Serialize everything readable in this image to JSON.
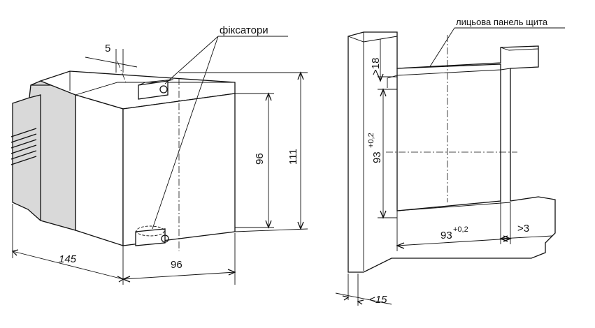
{
  "labels": {
    "latches": "фіксатори",
    "panel_face": "лицьова панель щита"
  },
  "dimensions": {
    "offset": "5",
    "front_height": "96",
    "total_height": "111",
    "depth": "145",
    "front_width": "96",
    "panel_min_top": ">18",
    "cutout_height": "93",
    "cutout_height_tol": "+0,2",
    "cutout_width": "93",
    "cutout_width_tol": "+0,2",
    "panel_min_side": ">3",
    "panel_thickness": "<15"
  }
}
